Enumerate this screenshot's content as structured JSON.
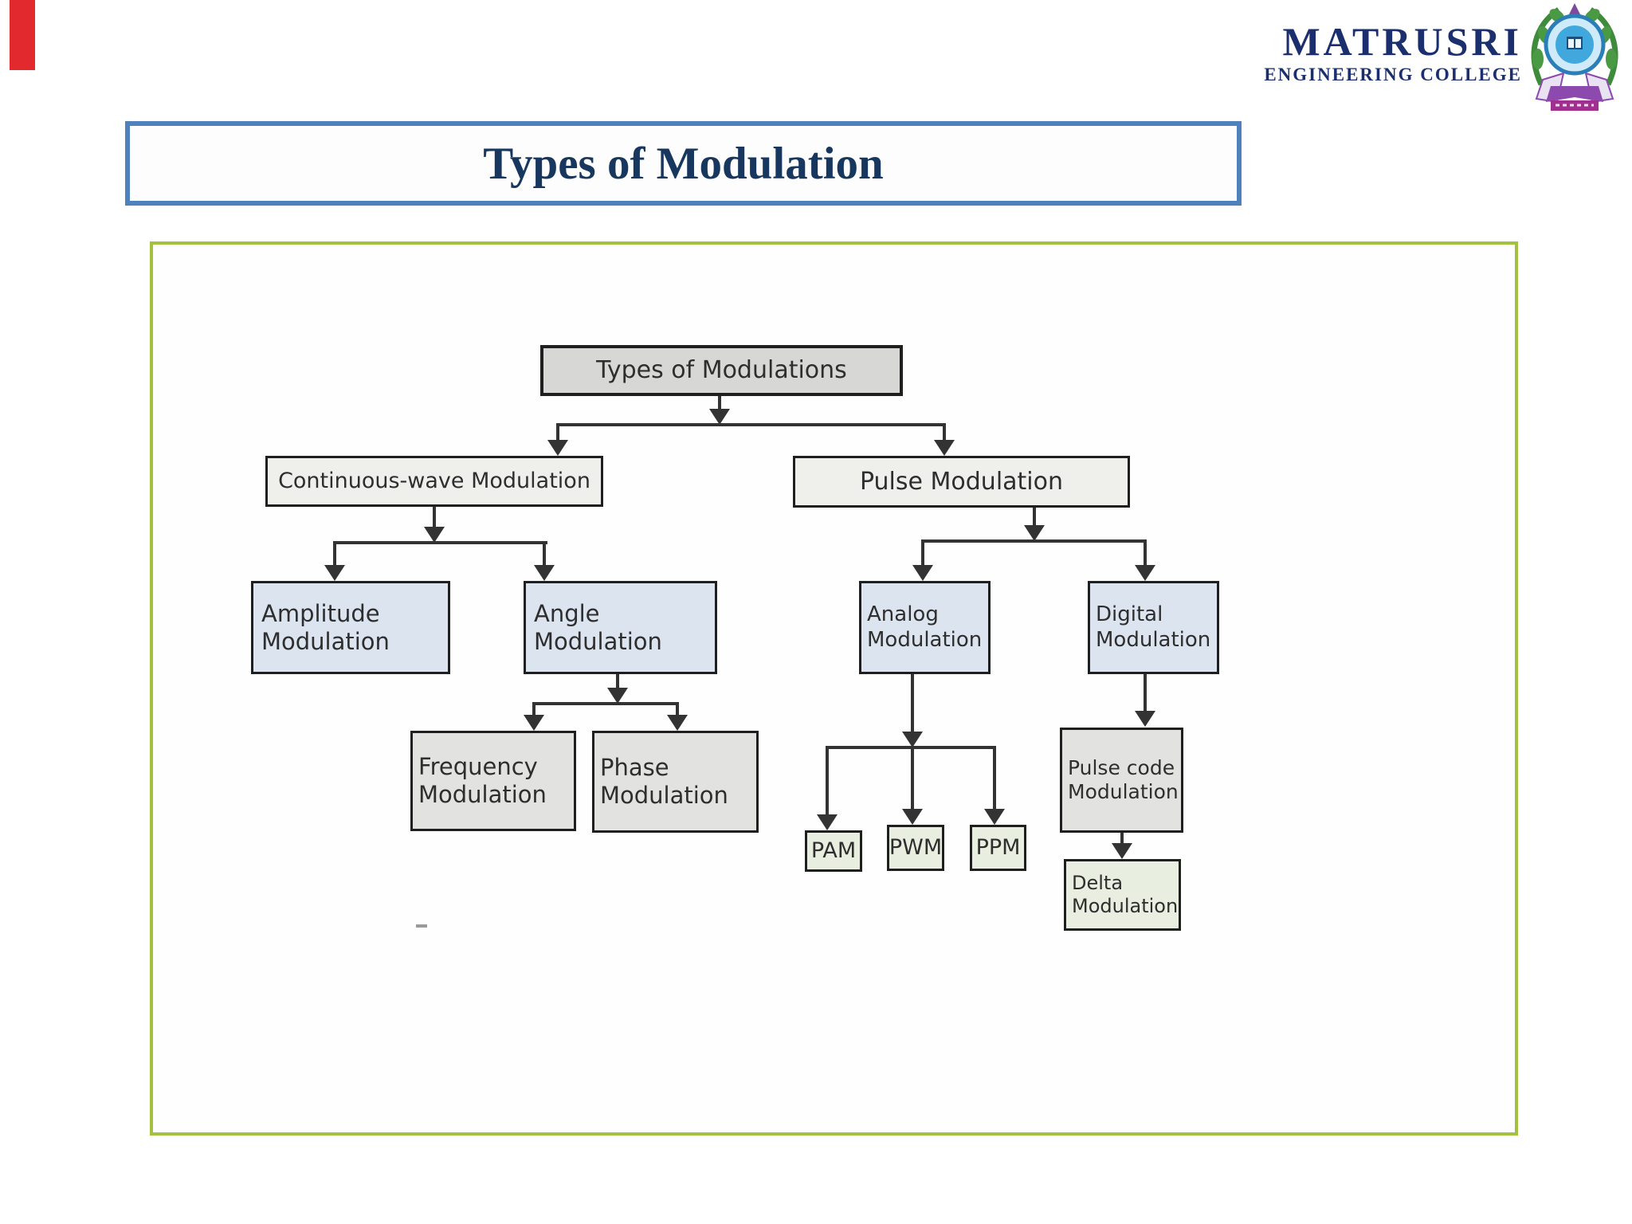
{
  "branding": {
    "college_name": "MATRUSRI",
    "college_subtitle": "ENGINEERING COLLEGE"
  },
  "slide": {
    "title": "Types of Modulation"
  },
  "diagram": {
    "nodes": {
      "root": "Types of Modulations",
      "cw": "Continuous-wave Modulation",
      "pulse": "Pulse Modulation",
      "amplitude": "Amplitude\nModulation",
      "angle": "Angle\nModulation",
      "analog": "Analog\nModulation",
      "digital": "Digital\nModulation",
      "frequency": "Frequency\nModulation",
      "phase": "Phase\nModulation",
      "pam": "PAM",
      "pwm": "PWM",
      "ppm": "PPM",
      "pulsecode": "Pulse code\nModulation",
      "delta": "Delta\nModulation"
    }
  },
  "colors": {
    "red_accent": "#e22a2e",
    "navy_text": "#1b2f6e",
    "title_text": "#17375e",
    "title_border": "#4f81bd",
    "diagram_border": "#a3c13c",
    "connector": "#333333",
    "node_fill_gray_dark": "#d7d8d6",
    "node_fill_gray_light": "#efefec",
    "node_fill_blue": "#dce4f0",
    "node_fill_gray_mid": "#e2e2e0",
    "node_fill_green": "#e8eee0"
  }
}
